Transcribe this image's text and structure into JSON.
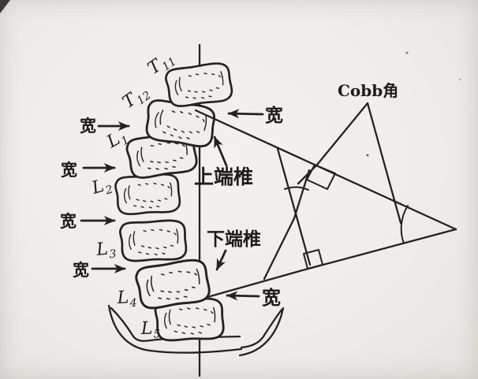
{
  "labels": {
    "cobb_angle": "Cobb角",
    "width": "宽",
    "upper_end_vertebra": "上端椎",
    "lower_end_vertebra": "下端椎"
  },
  "vertebrae": [
    {
      "main": "T",
      "sub": "11"
    },
    {
      "main": "T",
      "sub": "12"
    },
    {
      "main": "L",
      "sub": "1"
    },
    {
      "main": "L",
      "sub": "2"
    },
    {
      "main": "L",
      "sub": "3"
    },
    {
      "main": "L",
      "sub": "4"
    },
    {
      "main": "L",
      "sub": "5"
    }
  ],
  "colors": {
    "paper": "#f0eeea",
    "ink": "#23221f"
  }
}
